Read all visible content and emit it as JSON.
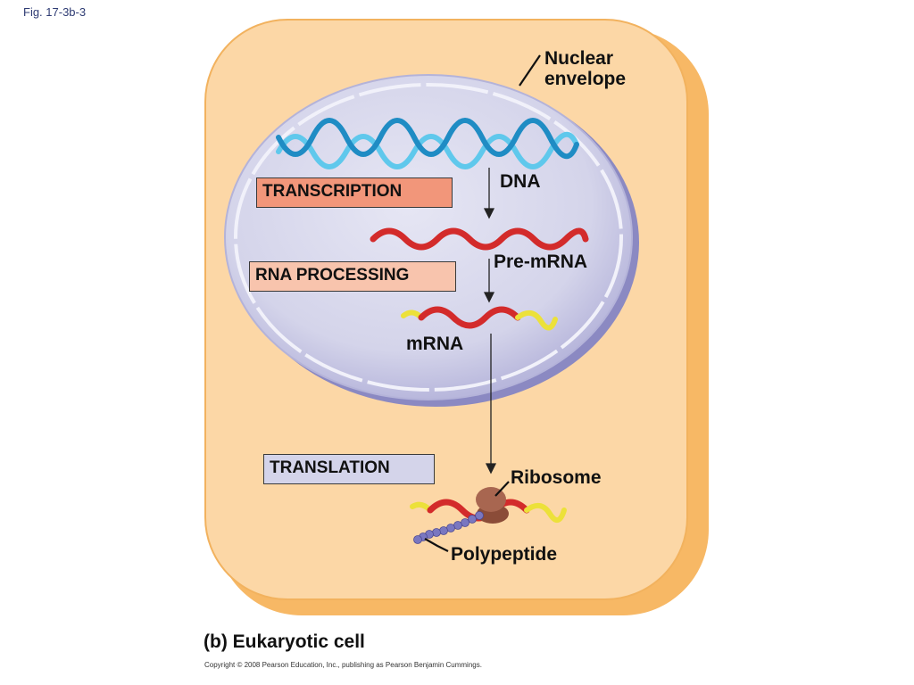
{
  "figure": {
    "label": "Fig. 17-3b-3",
    "caption": "(b) Eukaryotic cell",
    "copyright": "Copyright © 2008 Pearson Education, Inc., publishing as Pearson Benjamin Cummings."
  },
  "labels": {
    "nuclear_envelope_line1": "Nuclear",
    "nuclear_envelope_line2": "envelope",
    "dna": "DNA",
    "pre_mrna": "Pre-mRNA",
    "mrna": "mRNA",
    "ribosome": "Ribosome",
    "polypeptide": "Polypeptide"
  },
  "processes": {
    "transcription": "TRANSCRIPTION",
    "rna_processing": "RNA PROCESSING",
    "translation": "TRANSLATION"
  },
  "colors": {
    "cytoplasm": "#fcd7a6",
    "cell_border": "#f5b45a",
    "nucleus": "#d4d4ea",
    "nuclear_envelope": "#8b89c2",
    "dna_light": "#5fc8ec",
    "dna_dark": "#1f8cc4",
    "rna_red": "#d32b2b",
    "rna_cap_yellow": "#ece13a",
    "transcription_box": "#f2967a",
    "rna_processing_box": "#f8c4ad",
    "translation_box": "#d4d4ea",
    "ribosome": "#9a5a44",
    "polypeptide": "#7a77c0"
  }
}
